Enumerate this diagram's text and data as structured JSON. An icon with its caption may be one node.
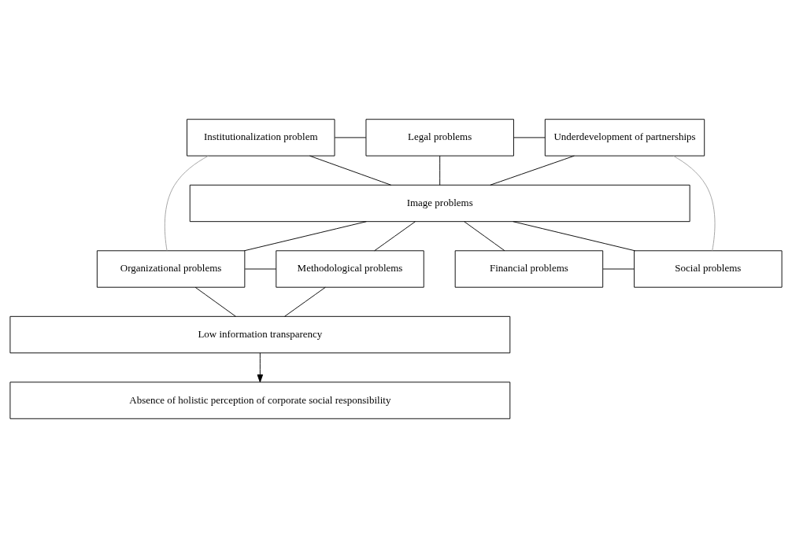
{
  "diagram": {
    "nodes": [
      {
        "text": [
          "Institutionalization problem"
        ]
      },
      {
        "text": [
          "Legal problems"
        ]
      },
      {
        "text": [
          "Underdevelopment of partnerships"
        ]
      },
      {
        "text": [
          "Image problems"
        ]
      },
      {
        "text": [
          "Financial problems"
        ]
      },
      {
        "text": [
          "Social problems"
        ]
      },
      {
        "text": [
          "Organizational problems"
        ]
      },
      {
        "text": [
          "Methodological problems"
        ]
      },
      {
        "text": [
          "Low information transparency"
        ]
      },
      {
        "text": [
          "Absence of holistic perception of corporate social responsibility"
        ]
      }
    ],
    "edges": [
      {
        "from": 0,
        "to": 1,
        "arrow": "none"
      },
      {
        "from": 1,
        "to": 2,
        "arrow": "none"
      },
      {
        "from": 0,
        "to": 3,
        "arrow": "none"
      },
      {
        "from": 1,
        "to": 3,
        "arrow": "none"
      },
      {
        "from": 2,
        "to": 3,
        "arrow": "none"
      },
      {
        "from": 0,
        "to": 6,
        "arrow": "none",
        "color": "#a0a0a0"
      },
      {
        "from": 2,
        "to": 5,
        "arrow": "none",
        "color": "#a0a0a0"
      },
      {
        "from": 3,
        "to": 4,
        "arrow": "none"
      },
      {
        "from": 3,
        "to": 5,
        "arrow": "none"
      },
      {
        "from": 4,
        "to": 5,
        "arrow": "none"
      },
      {
        "from": 3,
        "to": 6,
        "arrow": "none"
      },
      {
        "from": 3,
        "to": 7,
        "arrow": "none"
      },
      {
        "from": 6,
        "to": 7,
        "arrow": "none"
      },
      {
        "from": 6,
        "to": 8,
        "arrow": "none"
      },
      {
        "from": 7,
        "to": 8,
        "arrow": "none"
      },
      {
        "from": 8,
        "to": 9,
        "arrow": "to"
      }
    ]
  }
}
